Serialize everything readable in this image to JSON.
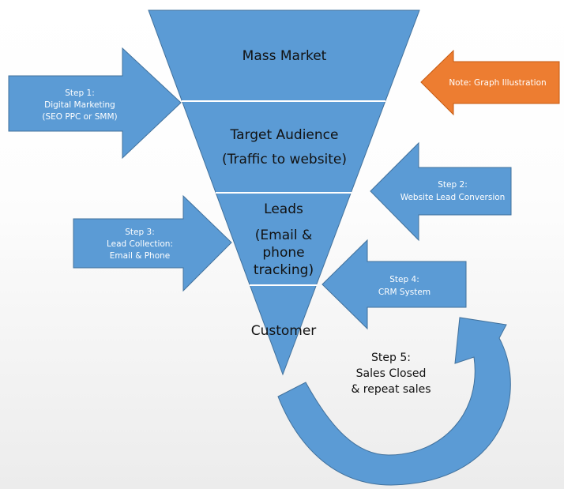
{
  "colors": {
    "funnel_fill": "#5b9bd5",
    "funnel_stroke": "#41719c",
    "arrow_fill": "#5b9bd5",
    "note_fill": "#ed7d31",
    "divider": "#ffffff",
    "text_dark": "#111111",
    "text_light": "#ffffff"
  },
  "funnel": {
    "mass_market": "Mass Market",
    "target_audience_line1": "Target Audience",
    "target_audience_line2": "(Traffic to website)",
    "leads_line1": "Leads",
    "leads_line2": "(Email &",
    "leads_line3": "phone",
    "leads_line4": "tracking)",
    "customer": "Customer"
  },
  "arrows": {
    "step1_line1": "Step 1:",
    "step1_line2": "Digital Marketing",
    "step1_line3": "(SEO PPC or SMM)",
    "note": "Note: Graph Illustration",
    "step2_line1": "Step 2:",
    "step2_line2": "Website Lead Conversion",
    "step3_line1": "Step 3:",
    "step3_line2": "Lead Collection:",
    "step3_line3": "Email & Phone",
    "step4_line1": "Step 4:",
    "step4_line2": "CRM System"
  },
  "step5": {
    "line1": "Step 5:",
    "line2": "Sales Closed",
    "line3": "& repeat sales"
  },
  "icons": {
    "u_turn_arrow": "u-turn-arrow-icon"
  }
}
